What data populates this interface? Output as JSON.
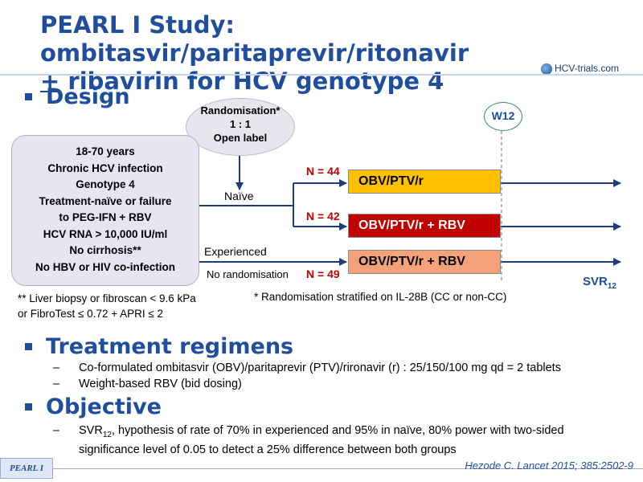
{
  "title": {
    "line1": "PEARL I Study: ombitasvir/paritaprevir/ritonavir",
    "line2_symbol": "+",
    "line2_rest": " ribavirin for HCV genotype 4"
  },
  "logo": {
    "text": "HCV-trials.com"
  },
  "design": {
    "heading": "Design",
    "randomisation": [
      "Randomisation*",
      "1 : 1",
      "Open label"
    ],
    "criteria": [
      "18-70 years",
      "Chronic HCV infection",
      "Genotype 4",
      "Treatment-naïve or failure",
      "to PEG-IFN + RBV",
      "HCV RNA > 10,000 IU/ml",
      "No cirrhosis**",
      "No HBV or HIV co-infection"
    ],
    "naive_label": "Naïve",
    "experienced_label": "Experienced",
    "no_random_label": "No randomisation",
    "arms": [
      {
        "n": "N = 44",
        "label": "OBV/PTV/r",
        "color": "#ffc000"
      },
      {
        "n": "N = 42",
        "label": "OBV/PTV/r + RBV",
        "color": "#c00000"
      },
      {
        "n": "N = 49",
        "label": "OBV/PTV/r + RBV",
        "color": "#f4a27a"
      }
    ],
    "week_marker": "W12",
    "endpoint": "SVR",
    "endpoint_sub": "12",
    "footnote_biopsy": [
      "** Liver biopsy or fibroscan < 9.6 kPa",
      "or FibroTest ≤ 0.72 + APRI ≤ 2"
    ],
    "footnote_strat": "* Randomisation stratified on IL-28B (CC or non-CC)"
  },
  "regimens": {
    "heading": "Treatment regimens",
    "items": [
      "Co-formulated ombitasvir (OBV)/paritaprevir (PTV)/rironavir (r) : 25/150/100 mg qd = 2 tablets",
      "Weight-based RBV (bid dosing)"
    ]
  },
  "objective": {
    "heading": "Objective",
    "svr": "SVR",
    "svr_sub": "12",
    "text1": ", hypothesis of rate of 70% in experienced and 95% in naïve, 80% power with two-sided",
    "text2": "significance level of 0.05 to detect a 25% difference between both groups"
  },
  "footer": {
    "badge": "PEARL I",
    "citation": "Hezode C. Lancet 2015; 385:2502-9"
  },
  "colors": {
    "accent": "#1f4e9c",
    "red": "#c00000"
  }
}
